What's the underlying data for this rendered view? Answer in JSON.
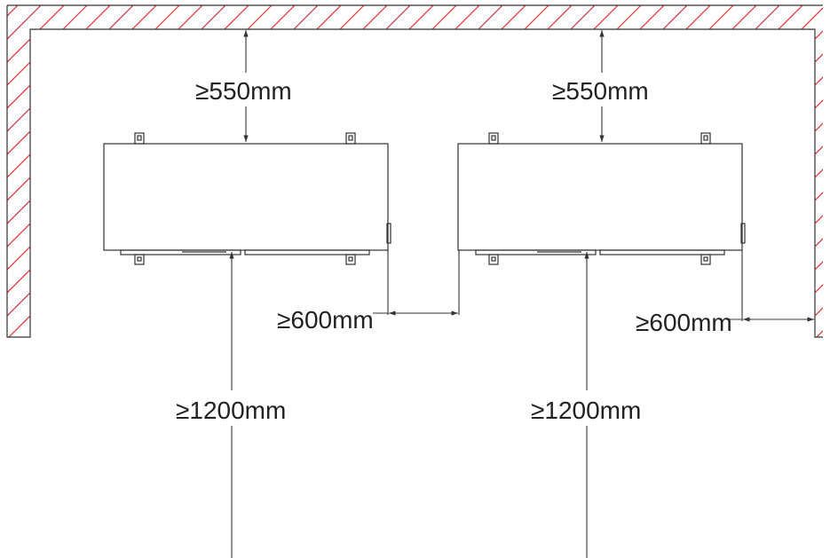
{
  "labels": {
    "top_clearance_left": "≥550mm",
    "top_clearance_right": "≥550mm",
    "side_clearance_between": "≥600mm",
    "side_clearance_right": "≥600mm",
    "front_clearance_left": "≥1200mm",
    "front_clearance_right": "≥1200mm"
  },
  "colors": {
    "hatch": "#e0323a",
    "line": "#333333",
    "text": "#222222"
  }
}
